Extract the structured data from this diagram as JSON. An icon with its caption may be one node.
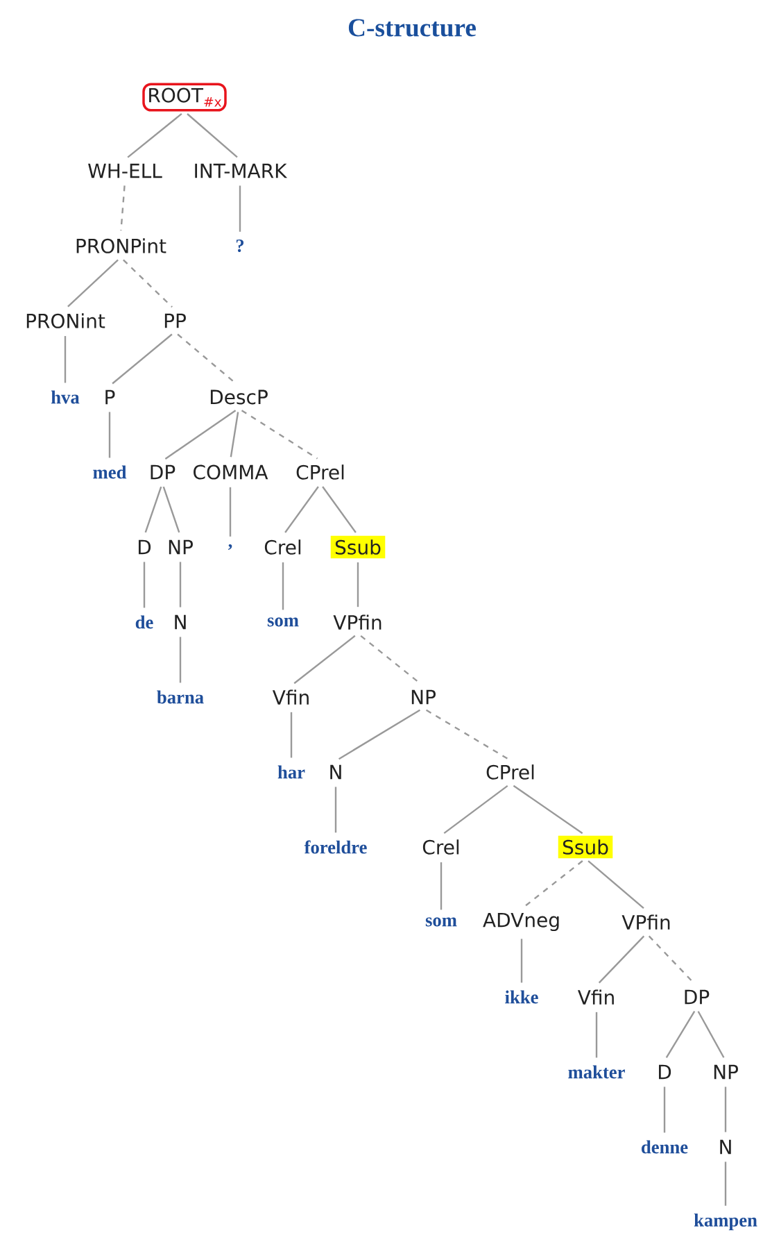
{
  "diagram": {
    "title": "C-structure",
    "nodes": [
      {
        "text": [
          "ROOT",
          "#x"
        ]
      },
      {
        "text": [
          "WH-ELL"
        ]
      },
      {
        "text": [
          "INT-MARK"
        ]
      },
      {
        "text": [
          "PRONPint"
        ]
      },
      {
        "text": [
          "?"
        ]
      },
      {
        "text": [
          "PRONint"
        ]
      },
      {
        "text": [
          "PP"
        ]
      },
      {
        "text": [
          "hva"
        ]
      },
      {
        "text": [
          "P"
        ]
      },
      {
        "text": [
          "DescP"
        ]
      },
      {
        "text": [
          "med"
        ]
      },
      {
        "text": [
          "DP"
        ]
      },
      {
        "text": [
          "COMMA"
        ]
      },
      {
        "text": [
          "CPrel"
        ]
      },
      {
        "text": [
          "D"
        ]
      },
      {
        "text": [
          "NP"
        ]
      },
      {
        "text": [
          ","
        ]
      },
      {
        "text": [
          "Crel"
        ]
      },
      {
        "text": [
          "Ssub"
        ]
      },
      {
        "text": [
          "de"
        ]
      },
      {
        "text": [
          "N"
        ]
      },
      {
        "text": [
          "som"
        ]
      },
      {
        "text": [
          "VPfin"
        ]
      },
      {
        "text": [
          "barna"
        ]
      },
      {
        "text": [
          "Vfin"
        ]
      },
      {
        "text": [
          "NP"
        ]
      },
      {
        "text": [
          "har"
        ]
      },
      {
        "text": [
          "N"
        ]
      },
      {
        "text": [
          "CPrel"
        ]
      },
      {
        "text": [
          "foreldre"
        ]
      },
      {
        "text": [
          "Crel"
        ]
      },
      {
        "text": [
          "Ssub"
        ]
      },
      {
        "text": [
          "som"
        ]
      },
      {
        "text": [
          "ADVneg"
        ]
      },
      {
        "text": [
          "VPfin"
        ]
      },
      {
        "text": [
          "ikke"
        ]
      },
      {
        "text": [
          "Vfin"
        ]
      },
      {
        "text": [
          "DP"
        ]
      },
      {
        "text": [
          "makter"
        ]
      },
      {
        "text": [
          "D"
        ]
      },
      {
        "text": [
          "NP"
        ]
      },
      {
        "text": [
          "denne"
        ]
      },
      {
        "text": [
          "N"
        ]
      },
      {
        "text": [
          "kampen"
        ]
      }
    ],
    "edges": [
      {
        "from": 0,
        "to": 1,
        "arrow": "none"
      },
      {
        "from": 0,
        "to": 2,
        "arrow": "none"
      },
      {
        "from": 1,
        "to": 3,
        "arrow": "none",
        "style": "dashed"
      },
      {
        "from": 2,
        "to": 4,
        "arrow": "none"
      },
      {
        "from": 3,
        "to": 5,
        "arrow": "none"
      },
      {
        "from": 3,
        "to": 6,
        "arrow": "none",
        "style": "dashed"
      },
      {
        "from": 5,
        "to": 7,
        "arrow": "none"
      },
      {
        "from": 6,
        "to": 8,
        "arrow": "none"
      },
      {
        "from": 6,
        "to": 9,
        "arrow": "none",
        "style": "dashed"
      },
      {
        "from": 8,
        "to": 10,
        "arrow": "none"
      },
      {
        "from": 9,
        "to": 11,
        "arrow": "none"
      },
      {
        "from": 9,
        "to": 12,
        "arrow": "none"
      },
      {
        "from": 9,
        "to": 13,
        "arrow": "none",
        "style": "dashed"
      },
      {
        "from": 11,
        "to": 14,
        "arrow": "none"
      },
      {
        "from": 11,
        "to": 15,
        "arrow": "none"
      },
      {
        "from": 12,
        "to": 16,
        "arrow": "none"
      },
      {
        "from": 13,
        "to": 17,
        "arrow": "none"
      },
      {
        "from": 13,
        "to": 18,
        "arrow": "none"
      },
      {
        "from": 14,
        "to": 19,
        "arrow": "none"
      },
      {
        "from": 15,
        "to": 20,
        "arrow": "none"
      },
      {
        "from": 17,
        "to": 21,
        "arrow": "none"
      },
      {
        "from": 18,
        "to": 22,
        "arrow": "none"
      },
      {
        "from": 20,
        "to": 23,
        "arrow": "none"
      },
      {
        "from": 22,
        "to": 24,
        "arrow": "none"
      },
      {
        "from": 22,
        "to": 25,
        "arrow": "none",
        "style": "dashed"
      },
      {
        "from": 24,
        "to": 26,
        "arrow": "none"
      },
      {
        "from": 25,
        "to": 27,
        "arrow": "none"
      },
      {
        "from": 25,
        "to": 28,
        "arrow": "none",
        "style": "dashed"
      },
      {
        "from": 27,
        "to": 29,
        "arrow": "none"
      },
      {
        "from": 28,
        "to": 30,
        "arrow": "none"
      },
      {
        "from": 28,
        "to": 31,
        "arrow": "none"
      },
      {
        "from": 30,
        "to": 32,
        "arrow": "none"
      },
      {
        "from": 31,
        "to": 33,
        "arrow": "none",
        "style": "dashed"
      },
      {
        "from": 31,
        "to": 34,
        "arrow": "none"
      },
      {
        "from": 33,
        "to": 35,
        "arrow": "none"
      },
      {
        "from": 34,
        "to": 36,
        "arrow": "none"
      },
      {
        "from": 34,
        "to": 37,
        "arrow": "none",
        "style": "dashed"
      },
      {
        "from": 36,
        "to": 38,
        "arrow": "none"
      },
      {
        "from": 37,
        "to": 39,
        "arrow": "none"
      },
      {
        "from": 37,
        "to": 40,
        "arrow": "none"
      },
      {
        "from": 39,
        "to": 41,
        "arrow": "none"
      },
      {
        "from": 40,
        "to": 42,
        "arrow": "none"
      },
      {
        "from": 42,
        "to": 43,
        "arrow": "none"
      }
    ]
  }
}
